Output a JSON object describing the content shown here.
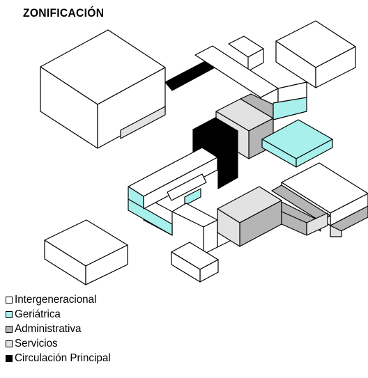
{
  "title": "ZONIFICACIÓN",
  "colors": {
    "intergeneracional": "#ffffff",
    "geriatrica": "#a8f0ec",
    "administrativa": "#b5b5b5",
    "servicios": "#e2e2e2",
    "circulacion": "#000000"
  },
  "legend": [
    {
      "label": "Intergeneracional",
      "color": "#ffffff"
    },
    {
      "label": "Geriátrica",
      "color": "#a8f0ec"
    },
    {
      "label": "Administrativa",
      "color": "#b5b5b5"
    },
    {
      "label": "Servicios",
      "color": "#e2e2e2"
    },
    {
      "label": "Circulación Principal",
      "color": "#000000"
    }
  ]
}
